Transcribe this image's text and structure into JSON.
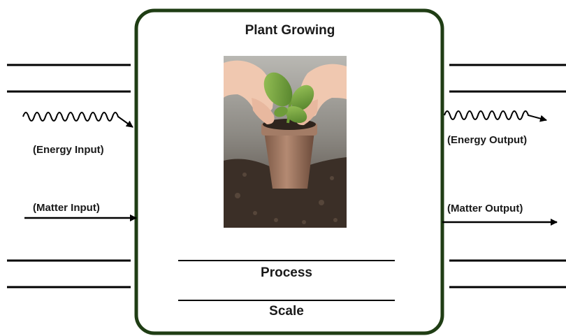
{
  "box": {
    "title": "Plant Growing",
    "process_label": "Process",
    "scale_label": "Scale",
    "border_color": "#1f3d14"
  },
  "inputs": {
    "energy_label": "(Energy Input)",
    "matter_label": "(Matter Input)"
  },
  "outputs": {
    "energy_label": "(Energy Output)",
    "matter_label": "(Matter Output)"
  },
  "photo": {
    "subject": "hands-potting-seedling-image"
  }
}
